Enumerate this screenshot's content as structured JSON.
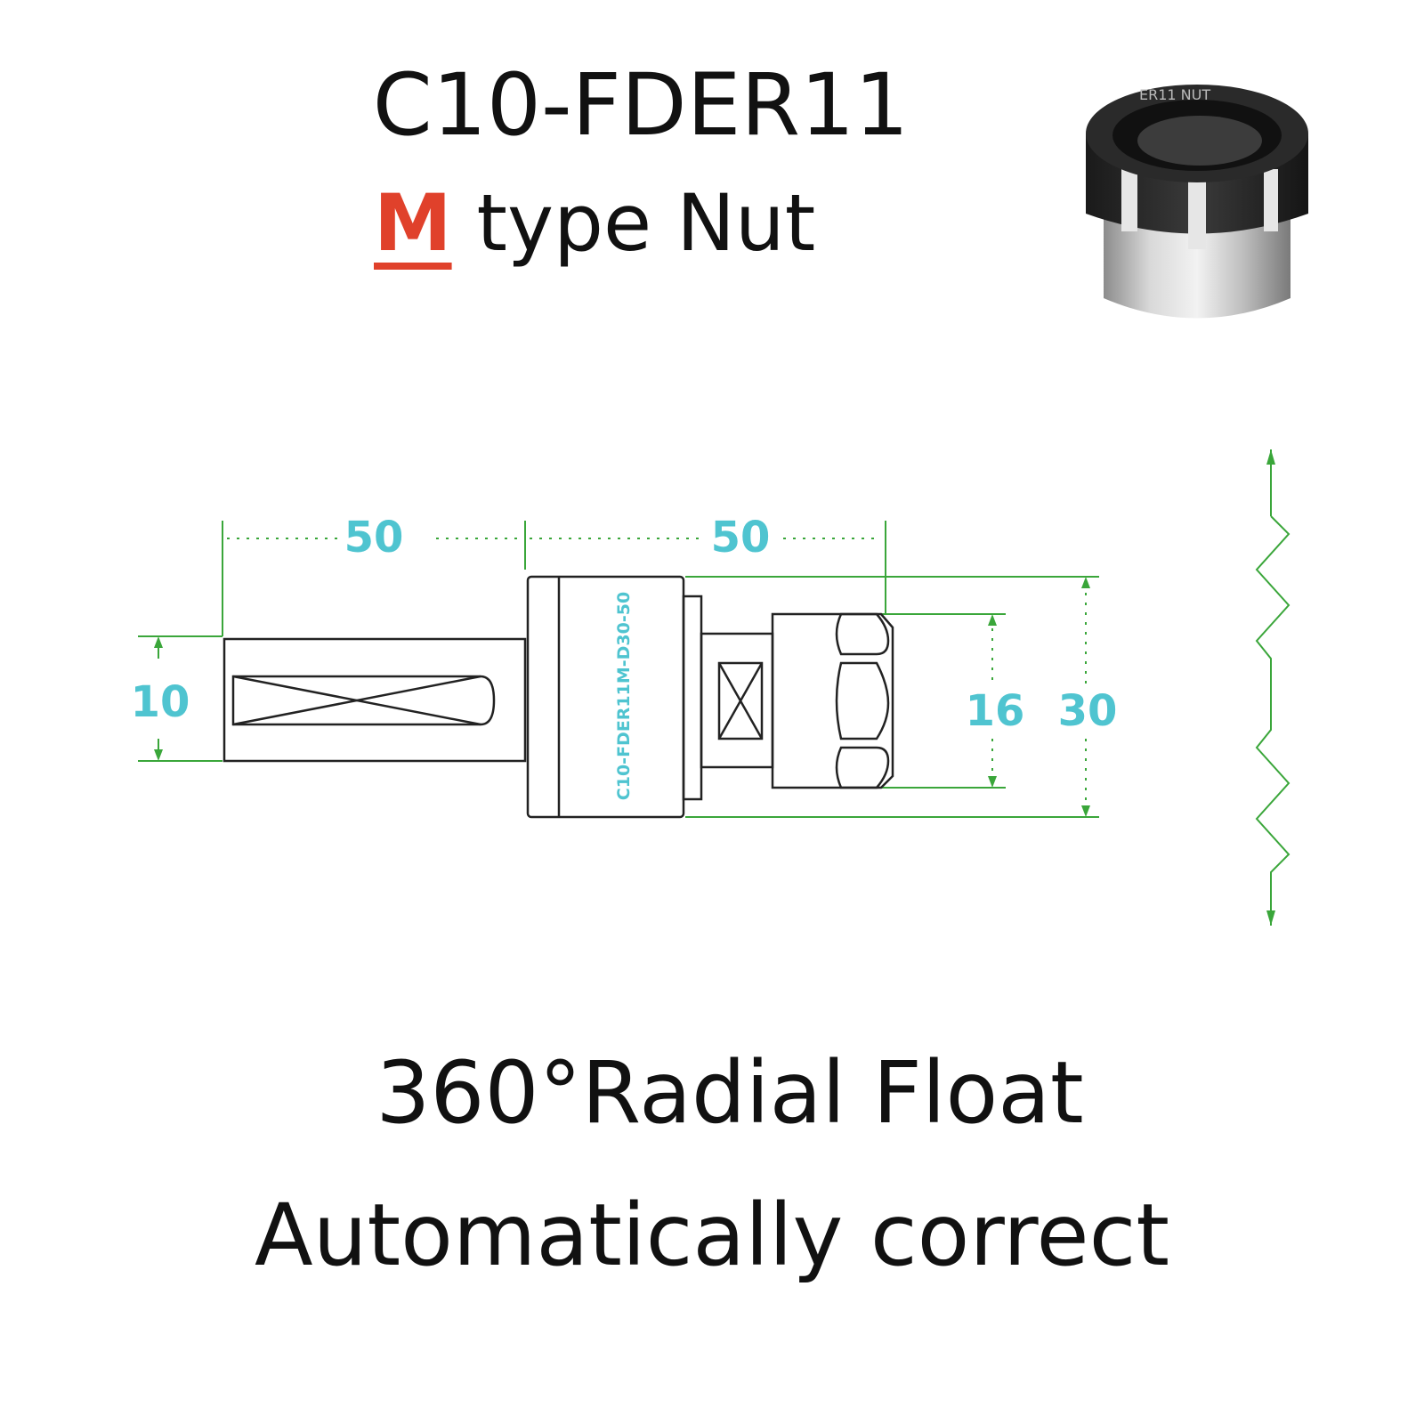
{
  "title": "C10-FDER11",
  "subtitle": {
    "highlight": "M",
    "rest": " type Nut"
  },
  "photo": {
    "nut_engraving": "ER11 NUT"
  },
  "drawing": {
    "dim_shank_length": "50",
    "dim_body_length": "50",
    "dim_shank_diameter": "10",
    "dim_nut_diameter": "16",
    "dim_body_diameter": "30",
    "part_label": "C10-FDER11M-D30-50"
  },
  "captions": {
    "line1": "360°Radial Float",
    "line2": "Automatically correct"
  },
  "colors": {
    "dimension_lines": "#3aa63a",
    "dimension_text": "#4fc4d0",
    "highlight": "#e0412b",
    "outline": "#222222"
  }
}
